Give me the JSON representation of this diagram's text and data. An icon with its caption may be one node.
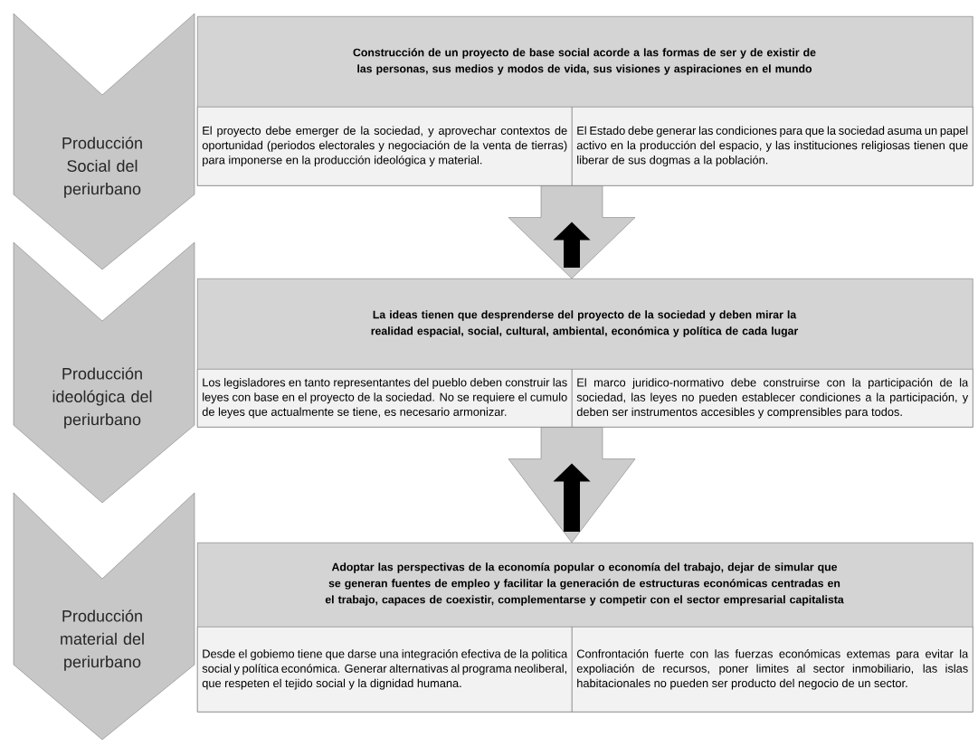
{
  "diagram": {
    "nodes": [
      {
        "text": [
          "Producción Social del periurbano"
        ]
      },
      {
        "text": [
          "Construcción de un proyecto de base social acorde a las formas de ser y de existir de las personas, sus medios y modos de vida, sus visiones y aspiraciones en el mundo"
        ]
      },
      {
        "text": [
          "El proyecto debe emerger de la sociedad, y aprovechar contextos de oportunidad (periodos electorales y negociación de la venta de tierras) para imponerse en la producción ideológica y material."
        ],
        "in": 1
      },
      {
        "text": [
          "El Estado debe generar las condiciones para que la sociedad asuma un papel activo en la producción del espacio, y las instituciones religiosas tienen que liberar de sus dogmas a la población."
        ],
        "in": 1
      },
      {
        "text": [
          "Producción ideológica del periurbano"
        ]
      },
      {
        "text": [
          "La ideas tienen que desprenderse del proyecto de la sociedad y deben mirar la realidad espacial, social, cultural, ambiental, económica y política de cada lugar"
        ]
      },
      {
        "text": [
          "Los legisladores en tanto representantes del pueblo deben construir las leyes con base en el proyecto de la sociedad. No se requiere el cumulo de leyes que actualmente se tiene, es necesario armonizar."
        ],
        "in": 5
      },
      {
        "text": [
          "El marco juridico-normativo debe construirse con la participación de la sociedad, las leyes no pueden establecer condiciones a la participación, y deben ser instrumentos accesibles y comprensibles para todos."
        ],
        "in": 5
      },
      {
        "text": [
          "Producción material del periurbano"
        ]
      },
      {
        "text": [
          "Adoptar las perspectivas de la economía popular o economía del trabajo, dejar de simular que se generan fuentes de empleo y facilitar la generación de estructuras económicas centradas en el trabajo, capaces de coexistir, complementarse y competir con el sector empresarial capitalista"
        ]
      },
      {
        "text": [
          "Desde el gobiemo tiene que darse una integración efectiva de la politica social y política económica. Generar alternativas al programa neoliberal, que respeten el tejido social y la dignidad humana."
        ],
        "in": 9
      },
      {
        "text": [
          "Confrontación fuerte con las fuerzas económicas extemas para evitar la expoliación de recursos, poner limites al sector inmobiliario, las islas habitacionales no pueden ser producto del negocio de un sector."
        ],
        "in": 9
      }
    ],
    "edges": [
      {
        "from": 1,
        "to": 5,
        "arrow": "to"
      },
      {
        "from": 5,
        "to": 9,
        "arrow": "to"
      }
    ]
  }
}
